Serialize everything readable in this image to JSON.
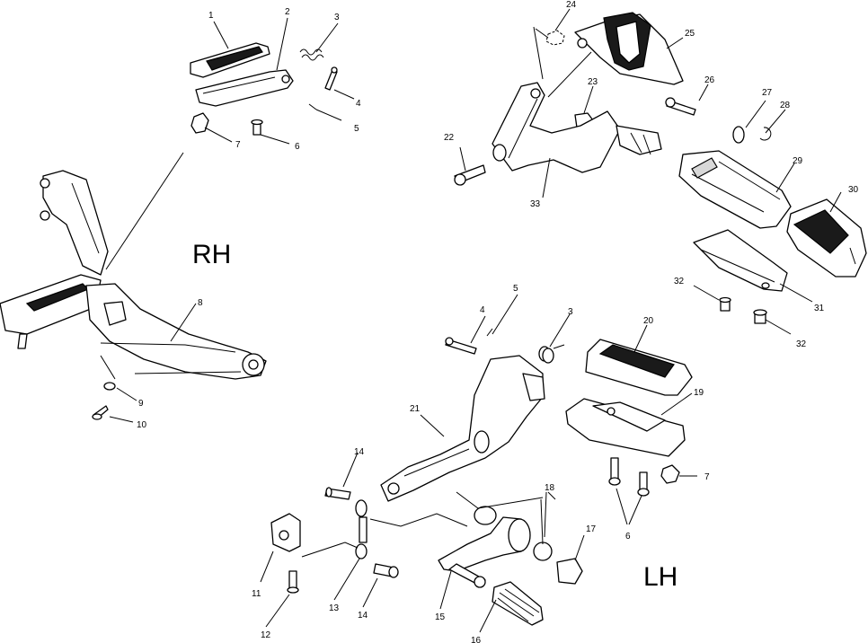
{
  "sides": {
    "right": "RH",
    "left": "LH"
  },
  "callouts": {
    "c1": "1",
    "c2": "2",
    "c3": "3",
    "c4": "4",
    "c5": "5",
    "c6": "6",
    "c7": "7",
    "c8": "8",
    "c9": "9",
    "c10": "10",
    "c22": "22",
    "c23": "23",
    "c24": "24",
    "c25": "25",
    "c26": "26",
    "c27": "27",
    "c28": "28",
    "c29": "29",
    "c30": "30",
    "c31": "31",
    "c32a": "32",
    "c32b": "32",
    "c33": "33",
    "l4": "4",
    "l5": "5",
    "l3": "3",
    "l20": "20",
    "l19": "19",
    "l21": "21",
    "l14a": "14",
    "l18": "18",
    "l7": "7",
    "l17": "17",
    "l6": "6",
    "l11": "11",
    "l12": "12",
    "l13": "13",
    "l14b": "14",
    "l15": "15",
    "l16": "16"
  },
  "colors": {
    "ink": "#000000",
    "paper": "#ffffff",
    "tread": "#1a1a1a"
  }
}
